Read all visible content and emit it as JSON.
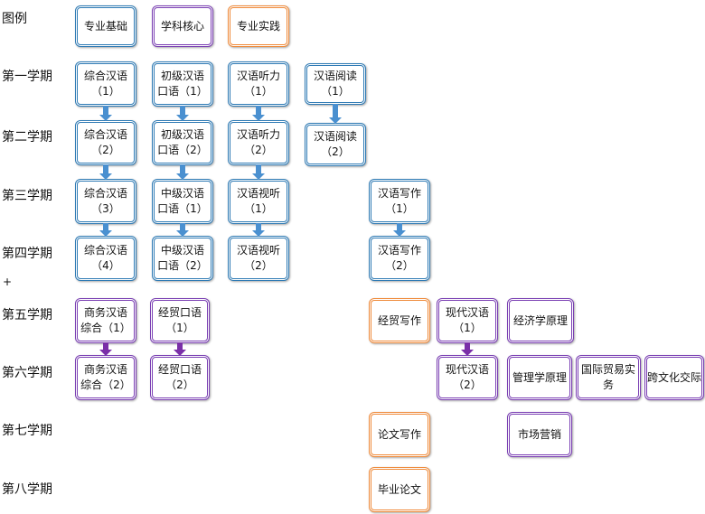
{
  "legend": {
    "title": "图例",
    "items": [
      {
        "label": "专业基础",
        "category": "foundation"
      },
      {
        "label": "学科核心",
        "category": "core"
      },
      {
        "label": "专业实践",
        "category": "practice"
      }
    ]
  },
  "colors": {
    "foundation": "#2e7ab4",
    "core": "#7a3fb3",
    "practice": "#ef8a3a",
    "arrow_foundation": "#4a90d0",
    "arrow_core": "#7a2fa8"
  },
  "semesters": [
    "第一学期",
    "第二学期",
    "第三学期",
    "第四学期",
    "第五学期",
    "第六学期",
    "第七学期",
    "第八学期"
  ],
  "plus_mark": "+",
  "courses": [
    {
      "id": "zhhy1",
      "label": "综合汉语\n（1）",
      "category": "foundation",
      "semester": 1
    },
    {
      "id": "cjky1",
      "label": "初级汉语\n口语（1）",
      "category": "foundation",
      "semester": 1
    },
    {
      "id": "hytl1",
      "label": "汉语听力\n（1）",
      "category": "foundation",
      "semester": 1
    },
    {
      "id": "hyyd1",
      "label": "汉语阅读\n（1）",
      "category": "foundation",
      "semester": 1
    },
    {
      "id": "zhhy2",
      "label": "综合汉语\n（2）",
      "category": "foundation",
      "semester": 2
    },
    {
      "id": "cjky2",
      "label": "初级汉语\n口语（2）",
      "category": "foundation",
      "semester": 2
    },
    {
      "id": "hytl2",
      "label": "汉语听力\n（2）",
      "category": "foundation",
      "semester": 2
    },
    {
      "id": "hyyd2",
      "label": "汉语阅读\n（2）",
      "category": "foundation",
      "semester": 2
    },
    {
      "id": "zhhy3",
      "label": "综合汉语\n（3）",
      "category": "foundation",
      "semester": 3
    },
    {
      "id": "zjky1",
      "label": "中级汉语\n口语（1）",
      "category": "foundation",
      "semester": 3
    },
    {
      "id": "hyst1",
      "label": "汉语视听\n（1）",
      "category": "foundation",
      "semester": 3
    },
    {
      "id": "hyxz1",
      "label": "汉语写作\n（1）",
      "category": "foundation",
      "semester": 3
    },
    {
      "id": "zhhy4",
      "label": "综合汉语\n（4）",
      "category": "foundation",
      "semester": 4
    },
    {
      "id": "zjky2",
      "label": "中级汉语\n口语（2）",
      "category": "foundation",
      "semester": 4
    },
    {
      "id": "hyst2",
      "label": "汉语视听\n（2）",
      "category": "foundation",
      "semester": 4
    },
    {
      "id": "hyxz2",
      "label": "汉语写作\n（2）",
      "category": "foundation",
      "semester": 4
    },
    {
      "id": "swhy1",
      "label": "商务汉语\n综合（1）",
      "category": "core",
      "semester": 5
    },
    {
      "id": "jmky1",
      "label": "经贸口语\n（1）",
      "category": "core",
      "semester": 5
    },
    {
      "id": "jmxz",
      "label": "经贸写作",
      "category": "practice",
      "semester": 5
    },
    {
      "id": "xdhy1",
      "label": "现代汉语\n（1）",
      "category": "core",
      "semester": 5
    },
    {
      "id": "jjxyl",
      "label": "经济学原理",
      "category": "core",
      "semester": 5
    },
    {
      "id": "swhy2",
      "label": "商务汉语\n综合（2）",
      "category": "core",
      "semester": 6
    },
    {
      "id": "jmky2",
      "label": "经贸口语\n（2）",
      "category": "core",
      "semester": 6
    },
    {
      "id": "xdhy2",
      "label": "现代汉语\n（2）",
      "category": "core",
      "semester": 6
    },
    {
      "id": "glxyl",
      "label": "管理学原理",
      "category": "core",
      "semester": 6
    },
    {
      "id": "gjmy",
      "label": "国际贸易实\n务",
      "category": "core",
      "semester": 6
    },
    {
      "id": "kwhjj",
      "label": "跨文化交际",
      "category": "core",
      "semester": 6
    },
    {
      "id": "lwxz",
      "label": "论文写作",
      "category": "practice",
      "semester": 7
    },
    {
      "id": "scyx",
      "label": "市场营销",
      "category": "core",
      "semester": 7
    },
    {
      "id": "bylw",
      "label": "毕业论文",
      "category": "practice",
      "semester": 8
    }
  ],
  "arrows": [
    {
      "from": "zhhy1",
      "to": "zhhy2"
    },
    {
      "from": "zhhy2",
      "to": "zhhy3"
    },
    {
      "from": "zhhy3",
      "to": "zhhy4"
    },
    {
      "from": "cjky1",
      "to": "cjky2"
    },
    {
      "from": "cjky2",
      "to": "zjky1"
    },
    {
      "from": "zjky1",
      "to": "zjky2"
    },
    {
      "from": "hytl1",
      "to": "hytl2"
    },
    {
      "from": "hytl2",
      "to": "hyst1"
    },
    {
      "from": "hyst1",
      "to": "hyst2"
    },
    {
      "from": "hyyd1",
      "to": "hyyd2"
    },
    {
      "from": "hyxz1",
      "to": "hyxz2"
    },
    {
      "from": "swhy1",
      "to": "swhy2"
    },
    {
      "from": "jmky1",
      "to": "jmky2"
    },
    {
      "from": "xdhy1",
      "to": "xdhy2"
    }
  ]
}
